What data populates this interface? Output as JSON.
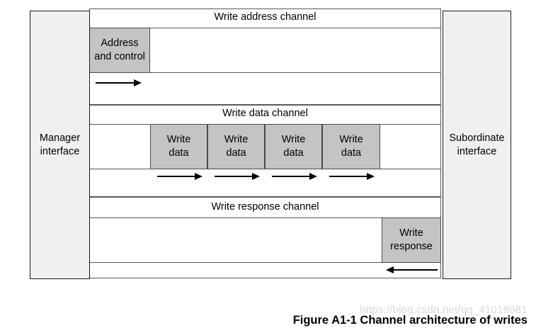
{
  "figure": {
    "caption": "Figure A1-1 Channel architecture of writes",
    "watermark": "https://blog.csdn.net/qq_41019681",
    "colors": {
      "payload_fill": "#c4c4c4",
      "interface_fill": "#f0f0f0",
      "line": "#5a5a5a",
      "text": "#000000",
      "watermark": "#d9d9d9"
    }
  },
  "endpoints": {
    "manager": "Manager\ninterface",
    "subordinate": "Subordinate\ninterface"
  },
  "channels": [
    {
      "id": "write-address",
      "title": "Write address channel",
      "direction": "right",
      "cells": [
        {
          "label": "Address\nand control"
        }
      ]
    },
    {
      "id": "write-data",
      "title": "Write data channel",
      "direction": "right",
      "cells": [
        {
          "label": "Write\ndata"
        },
        {
          "label": "Write\ndata"
        },
        {
          "label": "Write\ndata"
        },
        {
          "label": "Write\ndata"
        }
      ]
    },
    {
      "id": "write-response",
      "title": "Write response channel",
      "direction": "left",
      "cells": [
        {
          "label": "Write\nresponse"
        }
      ]
    }
  ]
}
